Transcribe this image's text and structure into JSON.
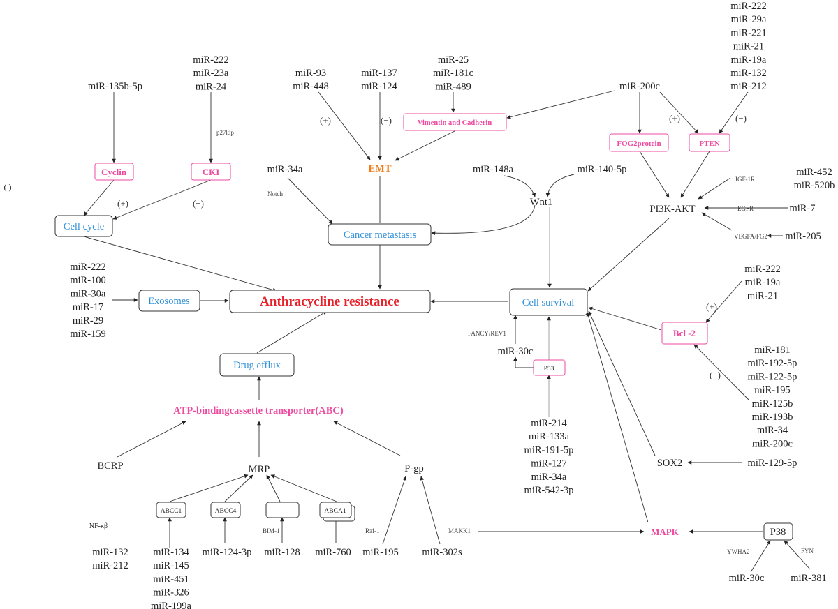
{
  "nodes": {
    "central": "Anthracycline resistance",
    "cell_cycle": "Cell cycle",
    "exosomes": "Exosomes",
    "drug_efflux": "Drug efflux",
    "cancer_metastasis": "Cancer metastasis",
    "cell_survival": "Cell survival",
    "emt": "EMT",
    "cyclin": "Cyclin",
    "cki": "CKI",
    "vimentin": "Vimentin and Cadherin",
    "fog2": "FOG2protein",
    "pten": "PTEN",
    "bcl2": "Bcl -2",
    "mapk": "MAPK",
    "abc": "ATP-bindingcassette transporter(ABC)",
    "p53": "P53",
    "wnt1": "Wnt1",
    "pi3k": "PI3K-AKT",
    "sox2": "SOX2",
    "p38": "P38",
    "bcrp": "BCRP",
    "mrp": "MRP",
    "pgp": "P-gp",
    "abcc1": "ABCC1",
    "abcc4": "ABCC4",
    "abca1": "ABCA1",
    "nfkb": "NF-κβ",
    "paren": "( )"
  },
  "mirna_groups": {
    "mir135b": [
      "miR-135b-5p"
    ],
    "cki_group": [
      "miR-222",
      "miR-23a",
      "miR-24"
    ],
    "emt_plus": [
      "miR-93",
      "miR-448"
    ],
    "emt_minus": [
      "miR-137",
      "miR-124"
    ],
    "vimentin_group": [
      "miR-25",
      "miR-181c",
      "miR-489"
    ],
    "mir200c": [
      "miR-200c"
    ],
    "pten_group": [
      "miR-222",
      "miR-29a",
      "miR-221",
      "miR-21",
      "miR-19a",
      "miR-132",
      "miR-212"
    ],
    "mir34a": [
      "miR-34a"
    ],
    "mir148a": [
      "miR-148a"
    ],
    "mir140": [
      "miR-140-5p"
    ],
    "mir452_group": [
      "miR-452",
      "miR-520b"
    ],
    "mir7": [
      "miR-7"
    ],
    "mir205": [
      "miR-205"
    ],
    "exosome_group": [
      "miR-222",
      "miR-100",
      "miR-30a",
      "miR-17",
      "miR-29",
      "miR-159"
    ],
    "bcl2_plus": [
      "miR-222",
      "miR-19a",
      "miR-21"
    ],
    "bcl2_minus": [
      "miR-181",
      "miR-192-5p",
      "miR-122-5p",
      "miR-195",
      "miR-125b",
      "miR-193b",
      "miR-34",
      "miR-200c"
    ],
    "mir30c_p53": [
      "miR-30c"
    ],
    "p53_group": [
      "miR-214",
      "miR-133a",
      "miR-191-5p",
      "miR-127",
      "miR-34a",
      "miR-542-3p"
    ],
    "mir129": [
      "miR-129-5p"
    ],
    "nfkb_group": [
      "miR-132",
      "miR-212"
    ],
    "abcc1_group": [
      "miR-134",
      "miR-145",
      "miR-451",
      "miR-326",
      "miR-199a"
    ],
    "mir124_3p": [
      "miR-124-3p"
    ],
    "mir128": [
      "miR-128"
    ],
    "mir760": [
      "miR-760"
    ],
    "mir195_pgp": [
      "miR-195"
    ],
    "mir302s": [
      "miR-302s"
    ],
    "mir30c_p38": [
      "miR-30c"
    ],
    "mir381": [
      "miR-381"
    ]
  },
  "edge_labels": {
    "p27kip": "p27kip",
    "notch": "Notch",
    "igf1r": "IGF-1R",
    "egfr": "EGFR",
    "vegfa": "VEGFA/FG2",
    "fancy": "FANCY/REV1",
    "bim1": "BIM-1",
    "raf1": "Raf-1",
    "makk1": "MAKK1",
    "ywha2": "YWHA2",
    "fyn": "FYN"
  },
  "signs": {
    "plus": "(+)",
    "minus": "(−)"
  },
  "colors": {
    "blue": "#2f8fd8",
    "pink": "#ee4aa0",
    "orange": "#f07d1a",
    "red": "#e8202a"
  }
}
